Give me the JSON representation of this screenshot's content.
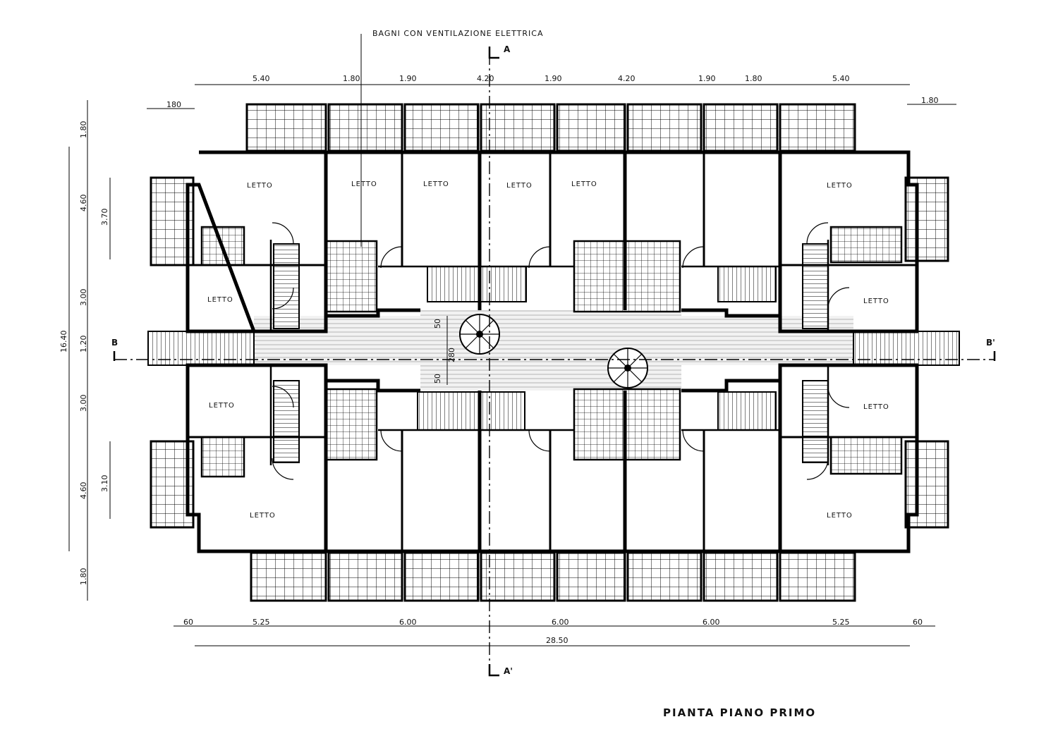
{
  "title": "PIANTA PIANO PRIMO",
  "note": "BAGNI CON VENTILAZIONE ELETTRICA",
  "section_marks": {
    "a": "A",
    "a_prime": "A'",
    "b": "B",
    "b_prime": "B'"
  },
  "room_label": "LETTO",
  "dims_top": [
    "5.40",
    "1.80",
    "1.90",
    "4.20",
    "1.90",
    "4.20",
    "1.90",
    "1.80",
    "5.40"
  ],
  "dims_top_small_left": "180",
  "dims_top_small_right": "1.80",
  "dims_left_outer": [
    "1.80",
    "4.60",
    "3.00",
    "1.20",
    "3.00",
    "4.60",
    "1.80"
  ],
  "dims_left_inner": [
    "3.70",
    "3.10"
  ],
  "dims_left_total": "16.40",
  "dims_bottom": [
    "5.25",
    "6.00",
    "6.00",
    "6.00",
    "5.25"
  ],
  "dims_bottom_ends": [
    "60",
    "60"
  ],
  "dims_bottom_total": "28.50",
  "stair_dims": [
    "50",
    "280",
    "50"
  ]
}
